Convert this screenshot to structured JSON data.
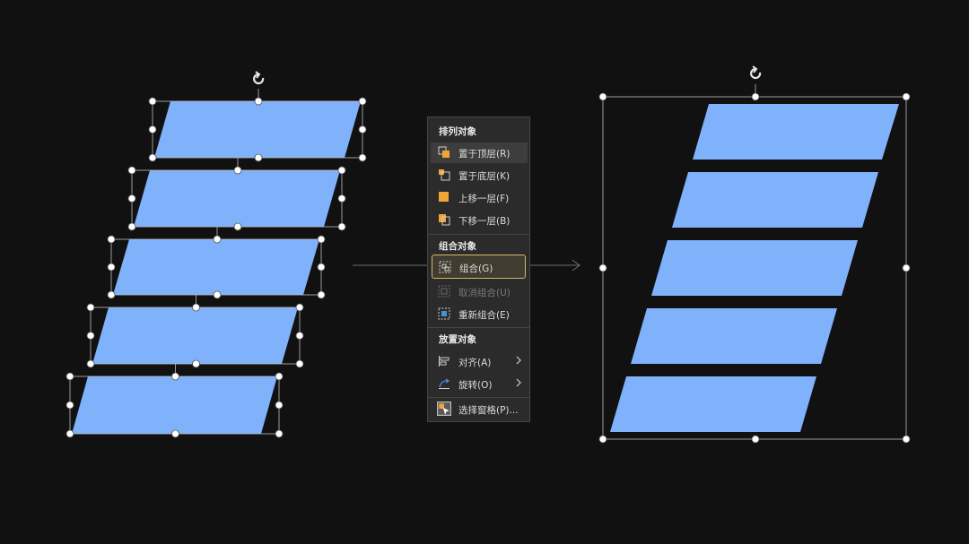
{
  "context_menu": {
    "section_arrange": "排列对象",
    "bring_to_front": "置于顶层(R)",
    "send_to_back": "置于底层(K)",
    "bring_forward": "上移一层(F)",
    "send_backward": "下移一层(B)",
    "section_group": "组合对象",
    "group": "组合(G)",
    "ungroup": "取消组合(U)",
    "regroup": "重新组合(E)",
    "section_place": "放置对象",
    "align": "对齐(A)",
    "rotate": "旋转(O)",
    "selection_pane": "选择窗格(P)..."
  },
  "colors": {
    "background": "#111111",
    "shape_fill": "#7fb2fb",
    "accent_orange": "#f0a537",
    "selected_border": "#d6b86a"
  },
  "icons": [
    "rotate-handle-icon",
    "bring-to-front-icon",
    "send-to-back-icon",
    "bring-forward-icon",
    "send-backward-icon",
    "group-icon",
    "ungroup-icon",
    "regroup-icon",
    "align-icon",
    "rotate-icon",
    "selection-pane-icon",
    "chevron-right-icon"
  ]
}
